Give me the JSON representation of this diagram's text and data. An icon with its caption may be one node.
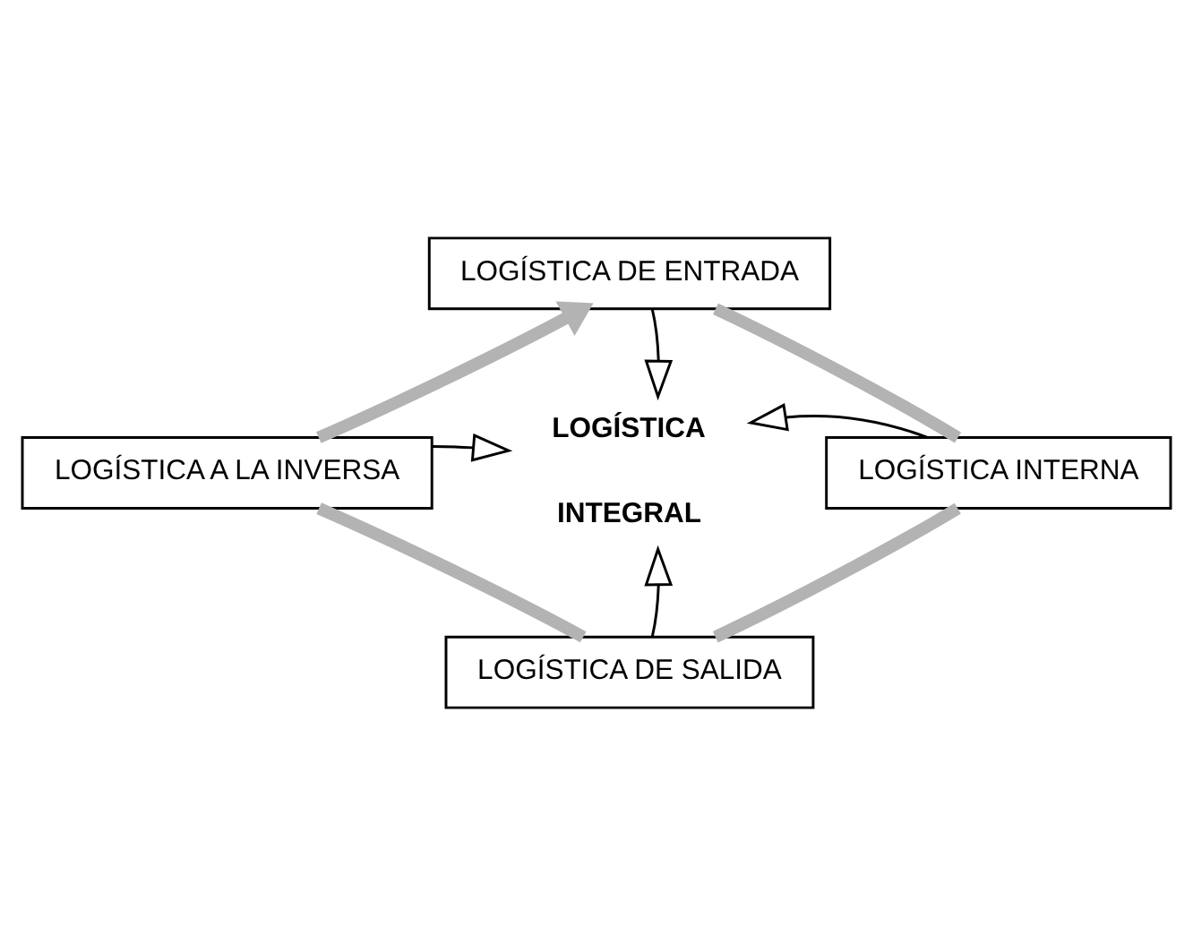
{
  "diagram": {
    "nodes": [
      {
        "text": [
          "LOGÍSTICA DE ENTRADA"
        ]
      },
      {
        "text": [
          "LOGÍSTICA A LA INVERSA"
        ]
      },
      {
        "text": [
          "LOGÍSTICA",
          "INTEGRAL"
        ]
      },
      {
        "text": [
          "LOGÍSTICA INTERNA"
        ]
      },
      {
        "text": [
          "LOGÍSTICA DE SALIDA"
        ]
      }
    ],
    "edges": [
      {
        "from": 0,
        "to": 2,
        "arrow": "to"
      },
      {
        "from": 1,
        "to": 2,
        "arrow": "to"
      },
      {
        "from": 3,
        "to": 2,
        "arrow": "to"
      },
      {
        "from": 4,
        "to": 2,
        "arrow": "to"
      },
      {
        "from": 0,
        "to": 3,
        "arrow": "none",
        "style": "thick",
        "color": "#b3b3b3"
      },
      {
        "from": 3,
        "to": 4,
        "arrow": "none",
        "style": "thick",
        "color": "#b3b3b3"
      },
      {
        "from": 4,
        "to": 1,
        "arrow": "none",
        "style": "thick",
        "color": "#b3b3b3"
      },
      {
        "from": 1,
        "to": 0,
        "arrow": "to",
        "style": "thick",
        "color": "#b3b3b3"
      }
    ]
  }
}
